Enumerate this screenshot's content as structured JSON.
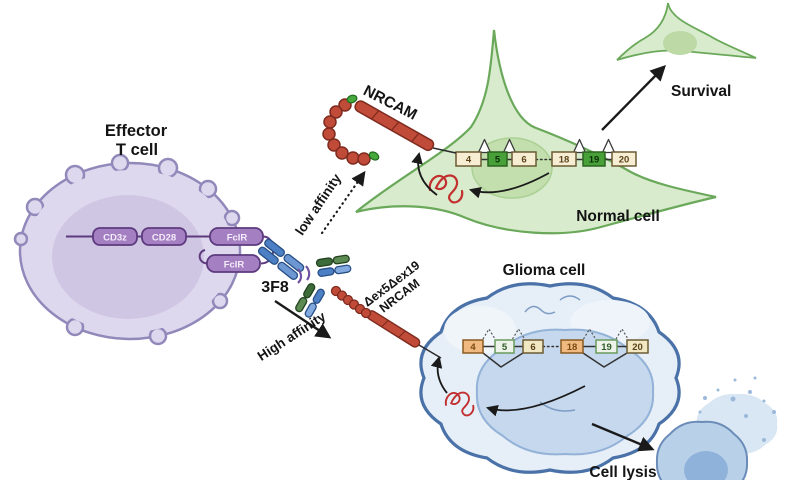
{
  "diagram": {
    "effector": {
      "line1": "Effector",
      "line2": "T cell"
    },
    "receptor": {
      "cd3z": "CD3z",
      "cd28": "CD28",
      "fcir1": "FcIR",
      "fcir2": "FcIR"
    },
    "antibody": "3F8",
    "low_affinity": "low affinity",
    "high_affinity": "High affinity",
    "nrcam": "NRCAM",
    "variant": {
      "line1": "Δex5Δex19",
      "line2": "NRCAM"
    },
    "normal_cell": "Normal cell",
    "glioma_cell": "Glioma cell",
    "survival": "Survival",
    "cell_lysis": "Cell lysis",
    "normal_exons": [
      "4",
      "5",
      "6",
      "18",
      "19",
      "20"
    ],
    "glioma_exons": [
      "4",
      "5",
      "6",
      "18",
      "19",
      "20"
    ],
    "normal_included_exons": [
      "5",
      "19"
    ],
    "glioma_skipped_exons": [
      "5",
      "19"
    ]
  },
  "colors": {
    "t_cell_fill": "#ded8ee",
    "t_cell_border": "#9289bb",
    "t_cell_inner": "#cfc6e4",
    "receptor_fill": "#a47fc2",
    "receptor_border": "#5d3a7e",
    "antibody_blue": "#4d7fc4",
    "antibody_blue_light": "#7fa6dd",
    "antibody_green": "#3d6b3a",
    "antibody_green_light": "#5c8a52",
    "nrcam_red": "#c04b38",
    "nrcam_red_border": "#7e2a1e",
    "nrcam_cap_green": "#45a83c",
    "normal_cell_fill": "#d8ebcc",
    "normal_cell_border": "#6aa85a",
    "normal_nucleus": "#c2dfad",
    "glioma_fill": "#e6eef7",
    "glioma_border": "#4a72a8",
    "glioma_inner": "#c5d8ed",
    "exon_cream": "#f7edd3",
    "exon_green": "#47a038",
    "exon_orange": "#efb97f",
    "exon_pale_green": "#edf3e8",
    "mrna_red": "#c22f2f",
    "arrow_black": "#1a1a1a"
  }
}
